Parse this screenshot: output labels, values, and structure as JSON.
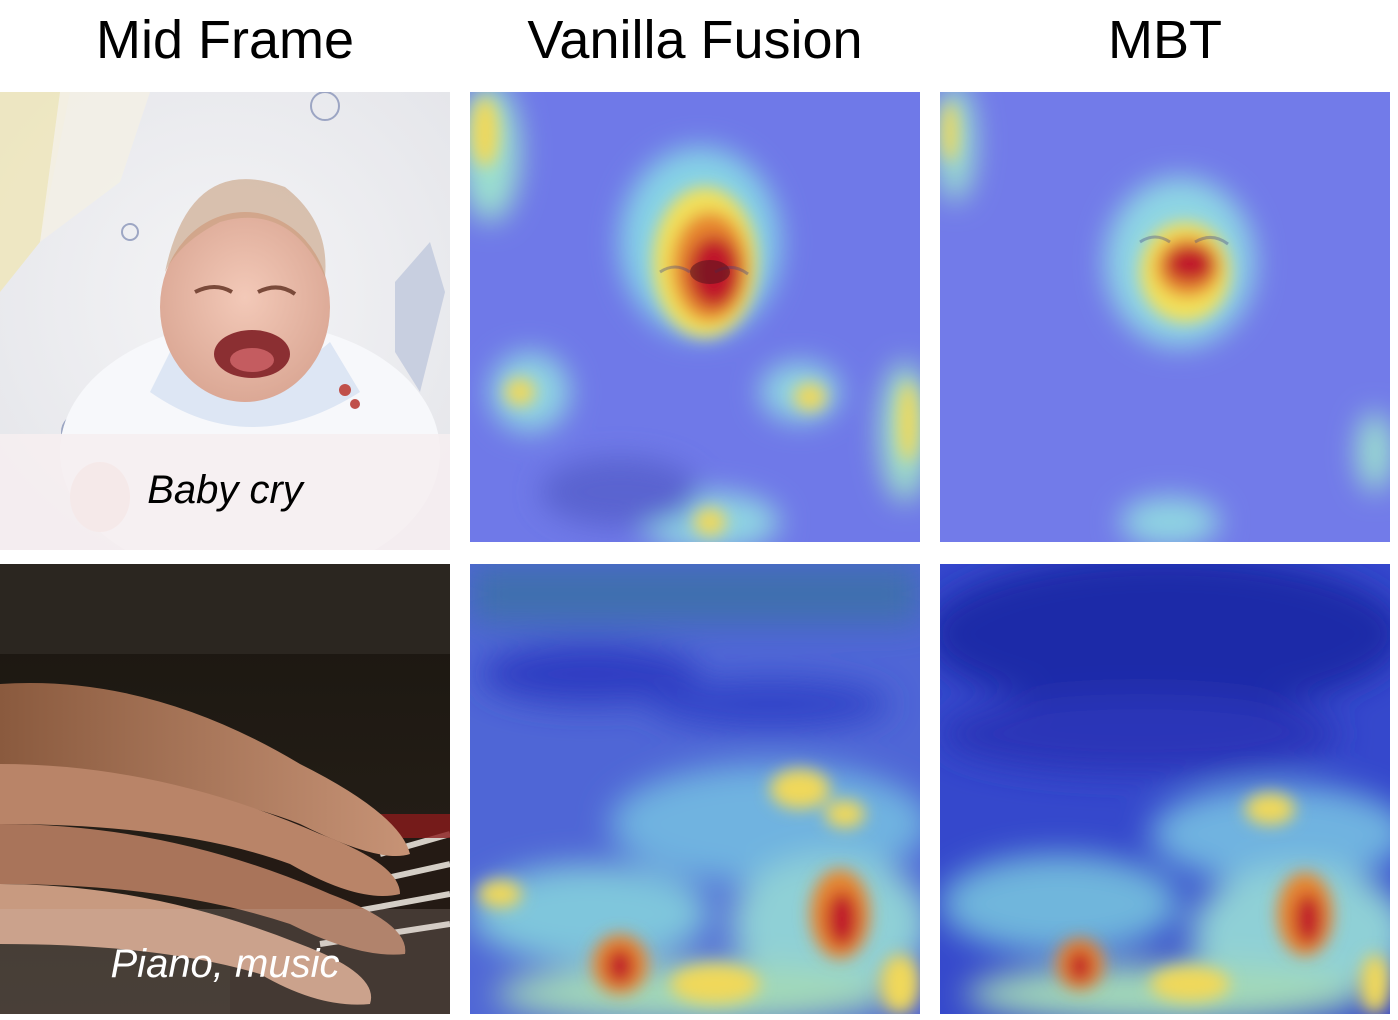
{
  "columns": {
    "mid_frame": "Mid Frame",
    "vanilla_fusion": "Vanilla Fusion",
    "mbt": "MBT"
  },
  "rows": [
    {
      "label": "Baby cry"
    },
    {
      "label": "Piano, music"
    }
  ],
  "colors": {
    "heatmap_low": "#4a55d8",
    "heatmap_mid": "#7fe0e6",
    "heatmap_warm": "#f2e05a",
    "heatmap_high": "#c0182a",
    "text": "#000000"
  }
}
